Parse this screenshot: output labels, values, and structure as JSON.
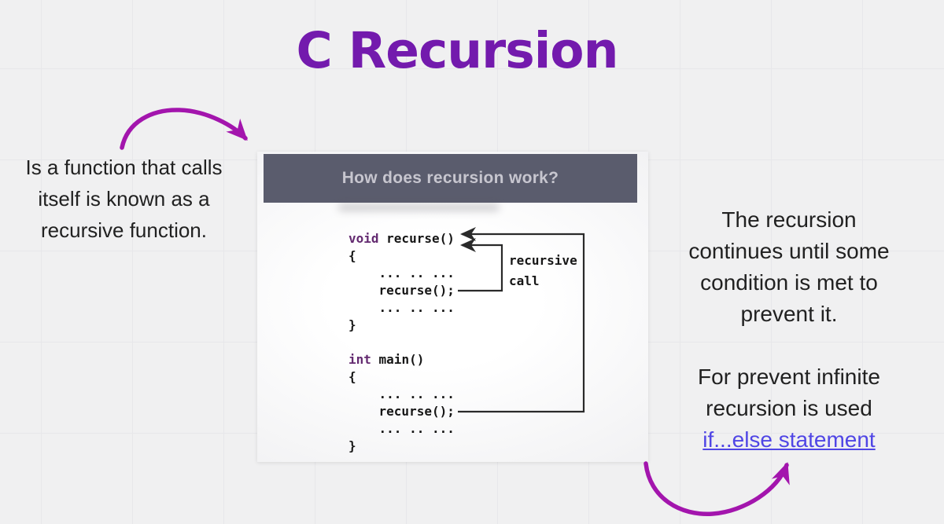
{
  "title": "C Recursion",
  "left_note": {
    "lines": [
      "Is a function that calls",
      "itself is known as a",
      "recursive function."
    ]
  },
  "diagram": {
    "header": "How does recursion work?",
    "recursive_call_label": {
      "line1": "recursive",
      "line2": "call"
    },
    "code_lines": [
      [
        {
          "text": "void",
          "kw": true
        },
        {
          "text": " recurse()",
          "kw": false
        }
      ],
      [
        {
          "text": "{",
          "kw": false
        }
      ],
      [
        {
          "text": "    ... .. ...",
          "kw": false
        }
      ],
      [
        {
          "text": "    recurse();",
          "kw": false
        }
      ],
      [
        {
          "text": "    ... .. ...",
          "kw": false
        }
      ],
      [
        {
          "text": "}",
          "kw": false
        }
      ],
      [],
      [
        {
          "text": "int",
          "kw": true
        },
        {
          "text": " main()",
          "kw": false
        }
      ],
      [
        {
          "text": "{",
          "kw": false
        }
      ],
      [
        {
          "text": "    ... .. ...",
          "kw": false
        }
      ],
      [
        {
          "text": "    recurse();",
          "kw": false
        }
      ],
      [
        {
          "text": "    ... .. ...",
          "kw": false
        }
      ],
      [
        {
          "text": "}",
          "kw": false
        }
      ]
    ]
  },
  "right_notes": {
    "note1_lines": [
      "The recursion",
      "continues until some",
      "condition is met to",
      "prevent it."
    ],
    "note2_lines": [
      "For prevent infinite",
      "recursion is used"
    ],
    "link_text": "if...else statement"
  },
  "colors": {
    "title_purple": "#731aad",
    "arrow_magenta": "#a315ad",
    "link_blue": "#5046e5",
    "header_bg": "#5a5c6d",
    "header_text": "#c7c6cf",
    "keyword_purple": "#632a70",
    "code_black": "#161616",
    "body_text": "#212121",
    "flow_line": "#2a2a2a"
  }
}
